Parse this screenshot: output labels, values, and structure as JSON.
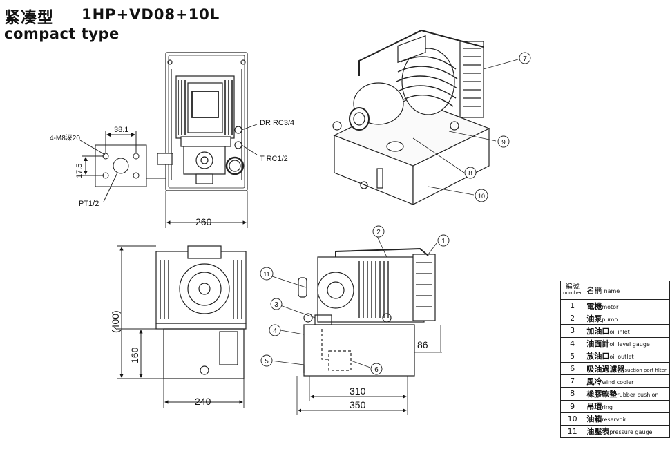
{
  "title": {
    "cn": "紧凑型",
    "model": "1HP+VD08+10L",
    "en": "compact type"
  },
  "dimensions": {
    "top_width": "260",
    "flange_spacing": "38.1",
    "bolt_spec": "4-M8深20",
    "flange_height": "17.5",
    "port_pt": "PT1/2",
    "drain": "DR RC3/4",
    "tank_port": "T RC1/2",
    "front_total_height": "(400)",
    "front_tank_height": "160",
    "front_width": "240",
    "side_inner_length": "310",
    "side_total_length": "350",
    "side_offset": "86"
  },
  "callouts": [
    "1",
    "2",
    "3",
    "4",
    "5",
    "6",
    "7",
    "8",
    "9",
    "10",
    "11"
  ],
  "parts_table": {
    "header_number_cn": "編號",
    "header_number_en": "number",
    "header_name_cn": "名稱",
    "header_name_en": "name",
    "rows": [
      {
        "num": "1",
        "cn": "電機",
        "en": "motor"
      },
      {
        "num": "2",
        "cn": "油泵",
        "en": "pump"
      },
      {
        "num": "3",
        "cn": "加油口",
        "en": "oil inlet"
      },
      {
        "num": "4",
        "cn": "油面計",
        "en": "oil level gauge"
      },
      {
        "num": "5",
        "cn": "放油口",
        "en": "oil outlet"
      },
      {
        "num": "6",
        "cn": "吸油過濾器",
        "en": "suction port filter"
      },
      {
        "num": "7",
        "cn": "風冷",
        "en": "wind cooler"
      },
      {
        "num": "8",
        "cn": "橡膠軟墊",
        "en": "rubber cushion"
      },
      {
        "num": "9",
        "cn": "吊環",
        "en": "ring"
      },
      {
        "num": "10",
        "cn": "油箱",
        "en": "reservoir"
      },
      {
        "num": "11",
        "cn": "油壓表",
        "en": "pressure gauge"
      }
    ]
  }
}
